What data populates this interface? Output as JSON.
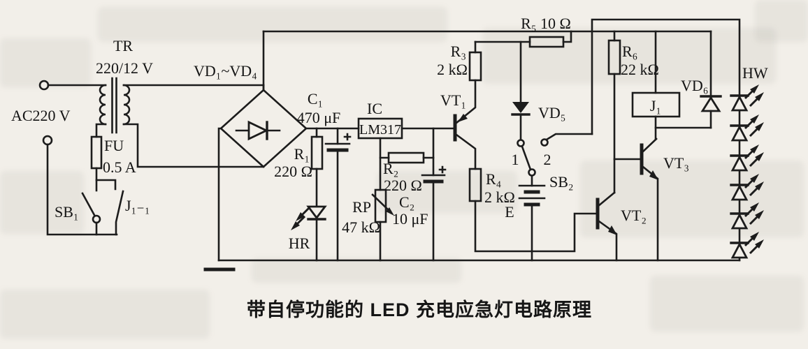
{
  "figure": {
    "caption": "带自停功能的 LED 充电应急灯电路原理",
    "colors": {
      "paper": "#f2efe9",
      "ink": "#1c1c1c"
    }
  },
  "power": {
    "ac_label": "AC220 V",
    "transformer": "TR",
    "transformer_ratio": "220/12 V",
    "fuse": "FU",
    "fuse_rating": "0.5 A",
    "switch1": "SB₁",
    "relay_contact": "J₁₋₁"
  },
  "rectifier": {
    "bridge_label": "VD₁~VD₄",
    "c1_name": "C₁",
    "c1_value": "470 μF"
  },
  "regulator": {
    "ic_label": "IC",
    "ic_part": "LM317",
    "r1_name": "R₁",
    "r1_value": "220 Ω",
    "hr_label": "HR",
    "r2_name": "R₂",
    "r2_value": "220 Ω",
    "rp_name": "RP",
    "rp_value": "47 kΩ",
    "c2_name": "C₂",
    "c2_value": "10 μF"
  },
  "charger": {
    "r5_label": "R₅ 10 Ω",
    "r3_name": "R₃",
    "r3_value": "2 kΩ",
    "vt1_label": "VT₁",
    "r4_name": "R₄",
    "r4_value": "2 kΩ",
    "vd5_label": "VD₅",
    "pos1": "1",
    "pos2": "2",
    "sb2_label": "SB₂",
    "battery_label": "E"
  },
  "driver": {
    "r6_name": "R₆",
    "r6_value": "22 kΩ",
    "relay_label": "J₁",
    "vd6_label": "VD₆",
    "vt2_label": "VT₂",
    "vt3_label": "VT₃"
  },
  "lamp": {
    "hw_label": "HW"
  }
}
